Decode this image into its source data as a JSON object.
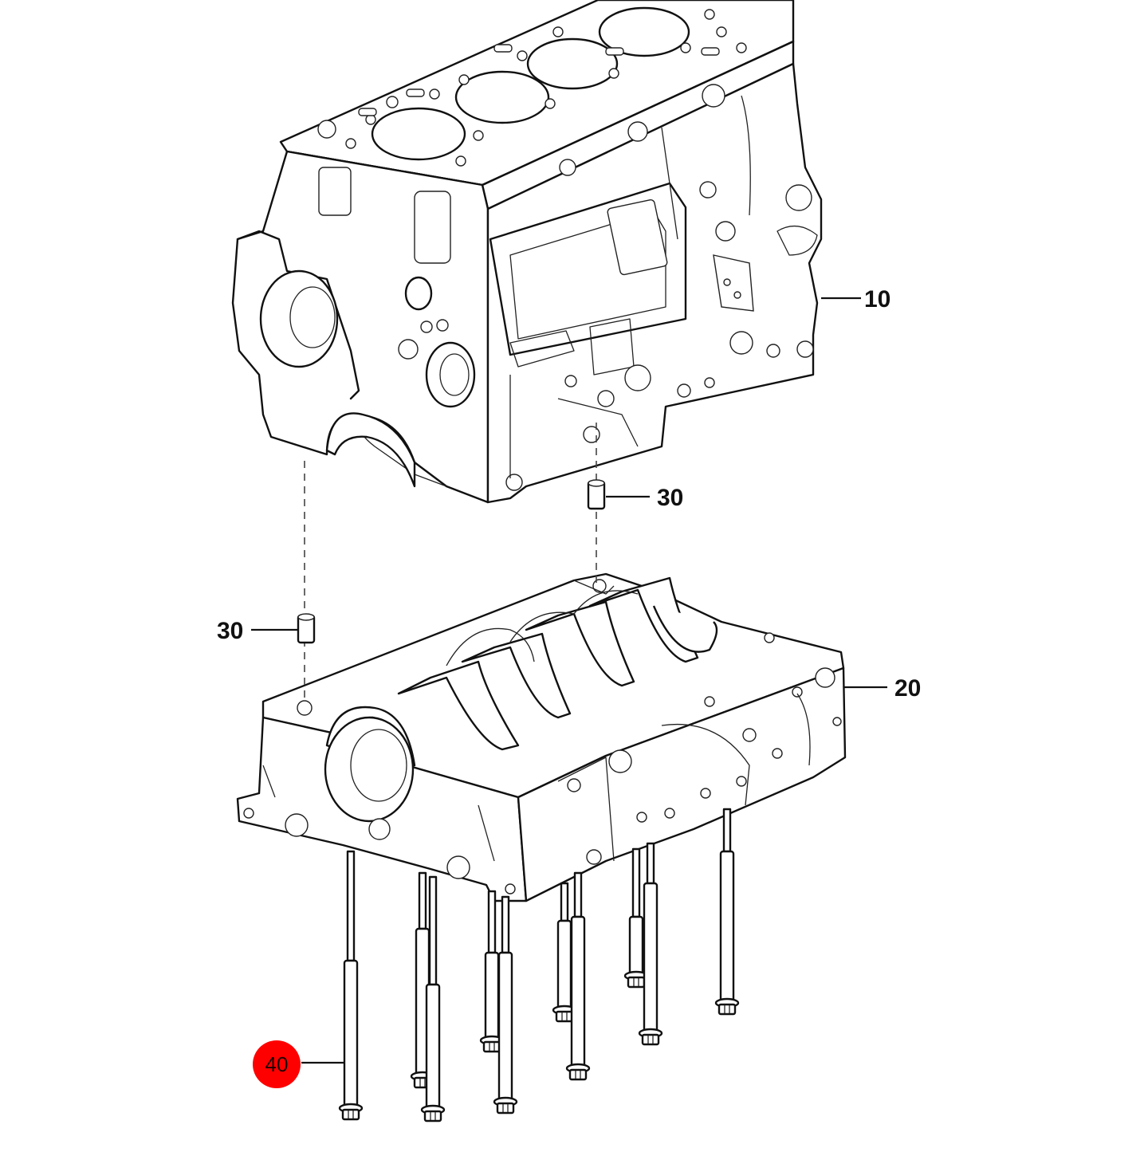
{
  "callouts": {
    "engine_block": "10",
    "bedplate": "20",
    "dowel_upper": "30",
    "dowel_left": "30",
    "bolts": "40"
  },
  "colors": {
    "line": "#111111",
    "highlight_marker": "#ff0000"
  },
  "highlighted_callout": "40"
}
